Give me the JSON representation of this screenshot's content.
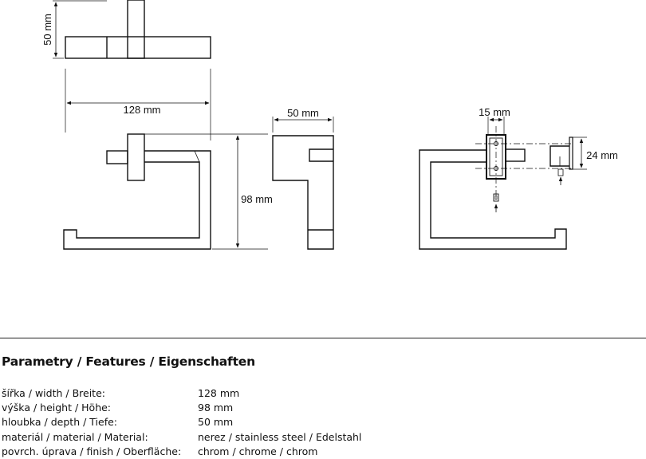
{
  "drawing": {
    "top_view": {
      "height_label": "50 mm"
    },
    "front_view": {
      "width_label": "128 mm",
      "height_label": "98 mm"
    },
    "side_view": {
      "depth_label": "50 mm"
    },
    "mount_view": {
      "bracket_label": "15 mm",
      "plate_label": "24 mm"
    }
  },
  "specs": {
    "title": "Parametry / Features / Eigenschaften",
    "rows": [
      {
        "label": "šířka / width / Breite:",
        "value": "128 mm"
      },
      {
        "label": "výška / height / Höhe:",
        "value": "98 mm"
      },
      {
        "label": "hloubka / depth / Tiefe:",
        "value": "50 mm"
      },
      {
        "label": "materiál / material / Material:",
        "value": "nerez / stainless steel / Edelstahl"
      },
      {
        "label": "povrch. úprava / finish / Oberfläche:",
        "value": "chrom / chrome / chrom"
      }
    ]
  }
}
